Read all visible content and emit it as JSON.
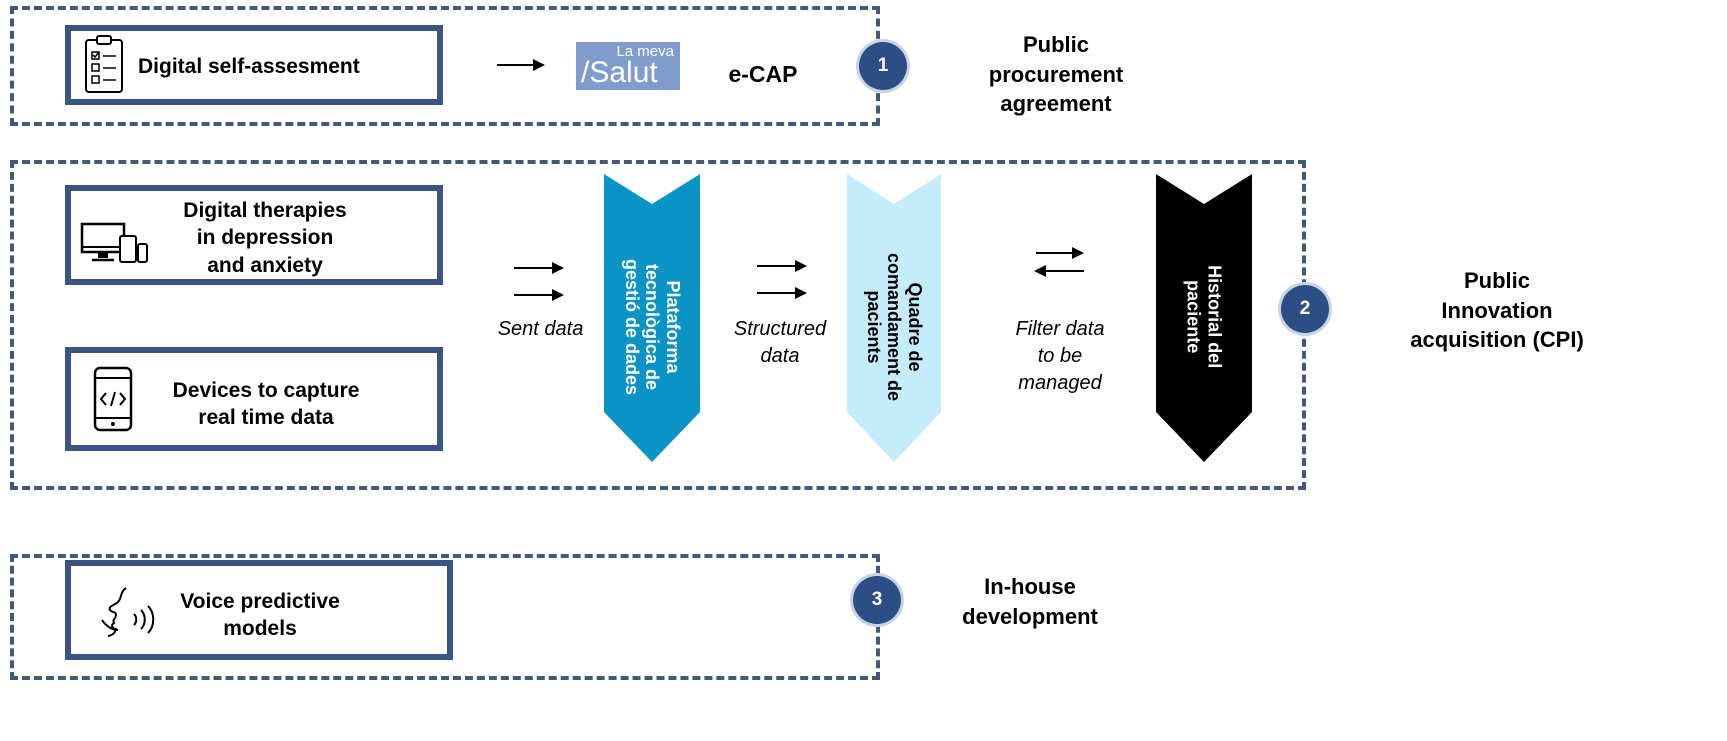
{
  "sections": {
    "s1": {
      "number": "1",
      "label": "Public\nprocurement\nagreement",
      "box_label": "Digital self-assesment",
      "logo_line1": "La meva",
      "logo_line2": "/Salut",
      "ecap": "e-CAP"
    },
    "s2": {
      "number": "2",
      "label": "Public\nInnovation\nacquisition (CPI)",
      "box1_label": "Digital therapies\nin depression\nand anxiety",
      "box2_label": "Devices to capture\nreal time data",
      "sent_data": "Sent data",
      "structured_data": "Structured\ndata",
      "filter_data": "Filter data\nto be\nmanaged",
      "chevron1": "Plataforma\ntecnològica de\ngestió de dades",
      "chevron2": "Quadre de\ncomandament de\npacients",
      "chevron3": "Historial del\npaciente"
    },
    "s3": {
      "number": "3",
      "label": "In-house\ndevelopment",
      "box_label": "Voice predictive\nmodels"
    }
  },
  "colors": {
    "border": "#3a5583",
    "dash": "#44597a",
    "circle": "#2d4e85",
    "chevron1": "#0a93c5",
    "chevron2": "#c4ecfb",
    "chevron3": "#000000"
  }
}
